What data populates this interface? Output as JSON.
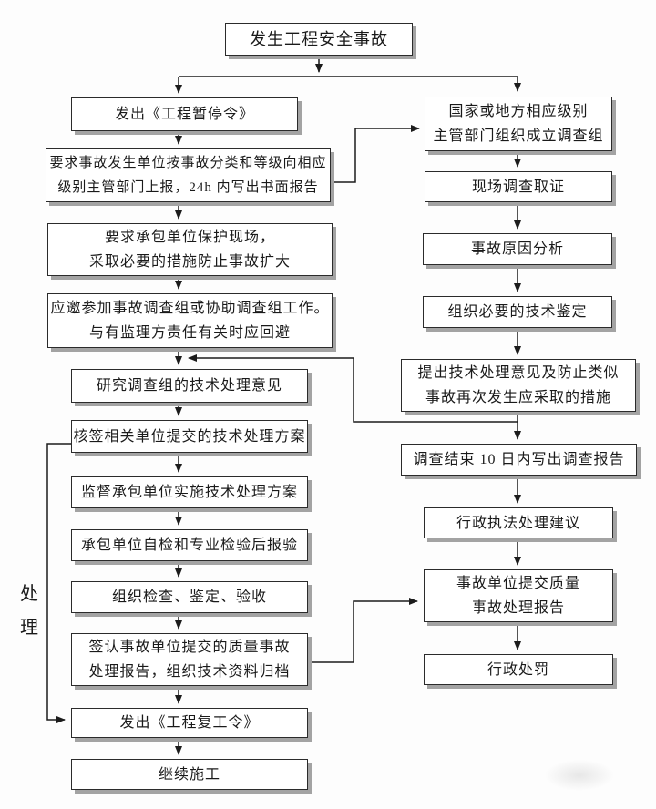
{
  "page": {
    "background_color": "#fdfdfd",
    "line_color": "#1c1c1c",
    "box_fill_color": "#ffffff",
    "box_border_color": "#2b2b2b",
    "box_shadow_color": "#a3a3a3"
  },
  "side_label": {
    "text": "处\n理"
  },
  "nodes": [
    {
      "id": "accident-occurs",
      "text": "发生工程安全事故"
    },
    {
      "id": "issue-suspension-order",
      "text": "发出《工程暂停令》"
    },
    {
      "id": "report-to-authorities",
      "text": "要求事故发生单位按事故分类和等级向相应\n级别主管部门上报，24h 内写出书面报告"
    },
    {
      "id": "protect-site",
      "text": "要求承包单位保护现场，\n采取必要的措施防止事故扩大"
    },
    {
      "id": "join-investigation-team",
      "text": "应邀参加事故调查组或协助调查组工作。\n与有监理方责任有关时应回避"
    },
    {
      "id": "study-technical-opinions",
      "text": "研究调查组的技术处理意见"
    },
    {
      "id": "countersign-technical-plan",
      "text": "核签相关单位提交的技术处理方案"
    },
    {
      "id": "supervise-implementation",
      "text": "监督承包单位实施技术处理方案"
    },
    {
      "id": "contractor-self-inspection",
      "text": "承包单位自检和专业检验后报验"
    },
    {
      "id": "organize-inspection-acceptance",
      "text": "组织检查、鉴定、验收"
    },
    {
      "id": "countersign-quality-report-archive",
      "text": "签认事故单位提交的质量事故\n处理报告，组织技术资料归档"
    },
    {
      "id": "issue-resume-work-order",
      "text": "发出《工程复工令》"
    },
    {
      "id": "continue-construction",
      "text": "继续施工"
    },
    {
      "id": "authorities-form-investigation-team",
      "text": "国家或地方相应级别\n主管部门组织成立调查组"
    },
    {
      "id": "site-investigation",
      "text": "现场调查取证"
    },
    {
      "id": "accident-cause-analysis",
      "text": "事故原因分析"
    },
    {
      "id": "organize-technical-appraisal",
      "text": "组织必要的技术鉴定"
    },
    {
      "id": "propose-technical-measures",
      "text": "提出技术处理意见及防止类似\n事故再次发生应采取的措施"
    },
    {
      "id": "investigation-report-10-days",
      "text": "调查结束 10 日内写出调查报告"
    },
    {
      "id": "administrative-enforcement-suggestion",
      "text": "行政执法处理建议"
    },
    {
      "id": "accident-unit-submit-report",
      "text": "事故单位提交质量\n事故处理报告"
    },
    {
      "id": "administrative-penalty",
      "text": "行政处罚"
    }
  ]
}
